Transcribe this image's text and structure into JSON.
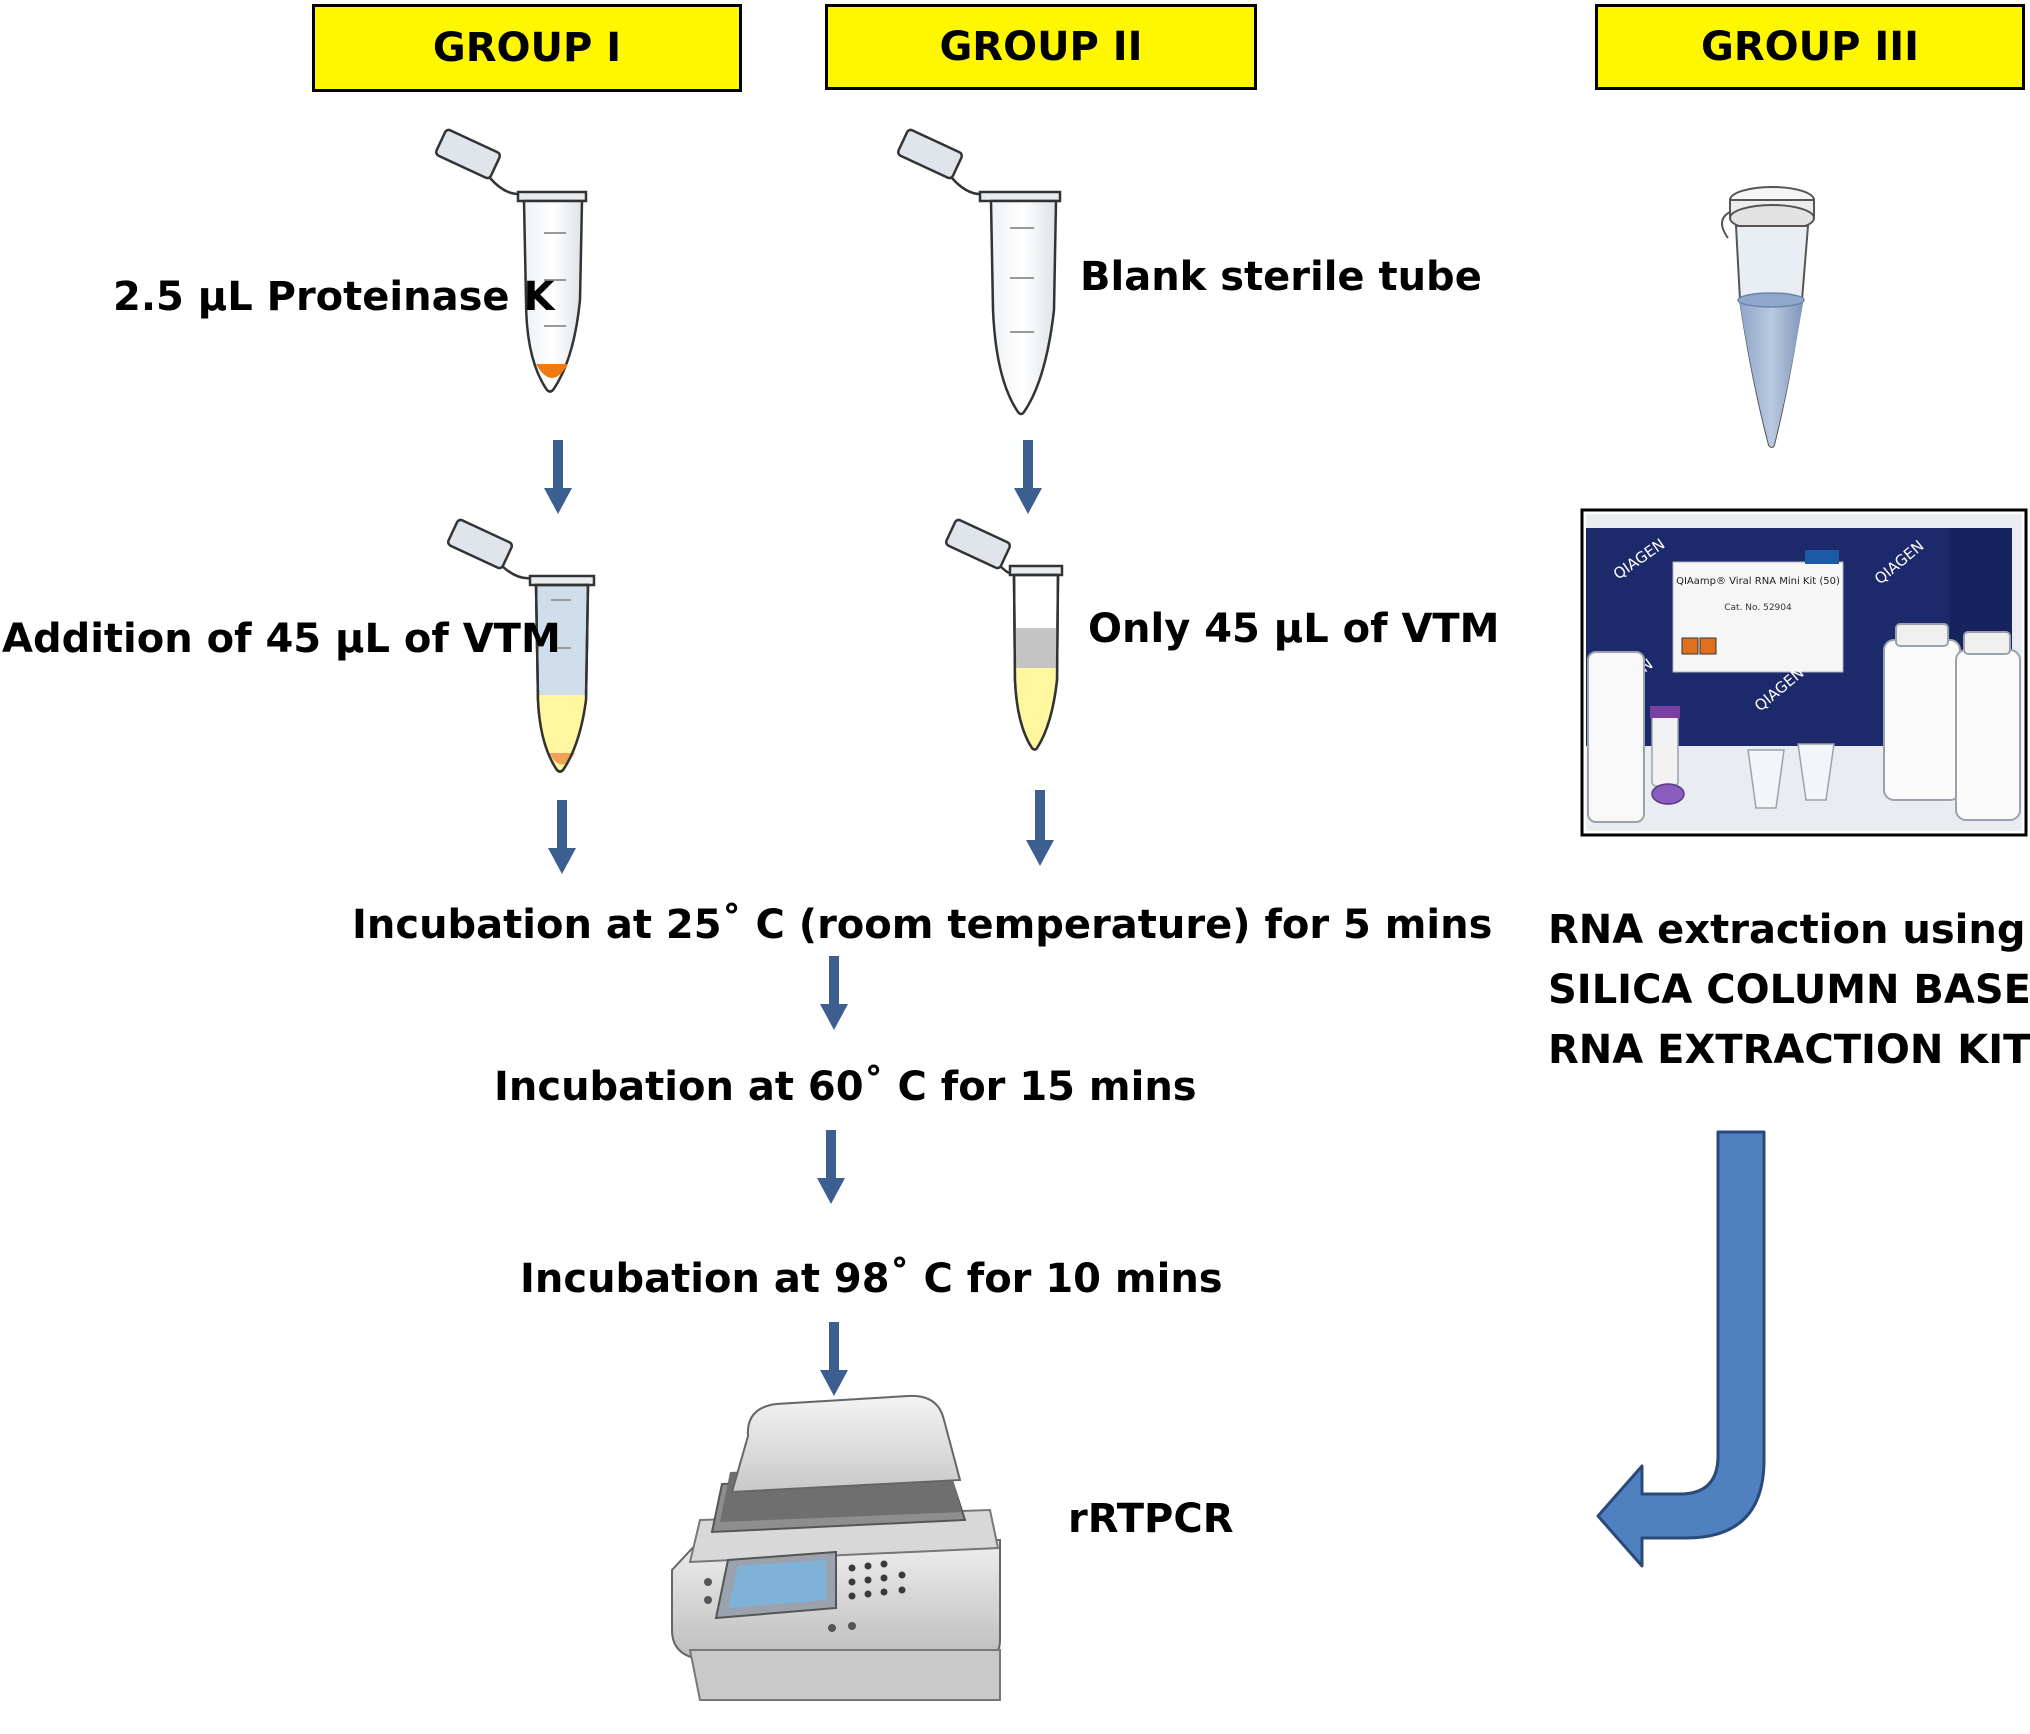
{
  "groups": {
    "g1": "GROUP I",
    "g2": "GROUP II",
    "g3": "GROUP III"
  },
  "labels": {
    "proteinase": "2.5 µL Proteinase K",
    "blank": "Blank sterile tube",
    "addition": "Addition of 45 µL of VTM",
    "only": "Only 45 µL of VTM",
    "incub25": "Incubation at 25˚ C (room temperature) for 5 mins",
    "incub60": "Incubation at 60˚ C for 15 mins",
    "incub98": "Incubation at 98˚ C for 10 mins",
    "rtpcr": "rRTPCR"
  },
  "rna": {
    "line1": "RNA extraction using:",
    "line2": "SILICA COLUMN BASED",
    "line3": "RNA EXTRACTION KIT"
  },
  "kit": {
    "box_title": "QIAamp® Viral RNA Mini Kit (50)",
    "cat_no": "Cat. No. 52904",
    "brand": "QIAGEN"
  },
  "colors": {
    "label_fill": "#fff700",
    "arrow": "#3c5f8f",
    "big_arrow": "#4f80c0",
    "proteinase": "#f07a10",
    "vtm": "#fff6a0",
    "kit_box": "#1c2a6b"
  }
}
